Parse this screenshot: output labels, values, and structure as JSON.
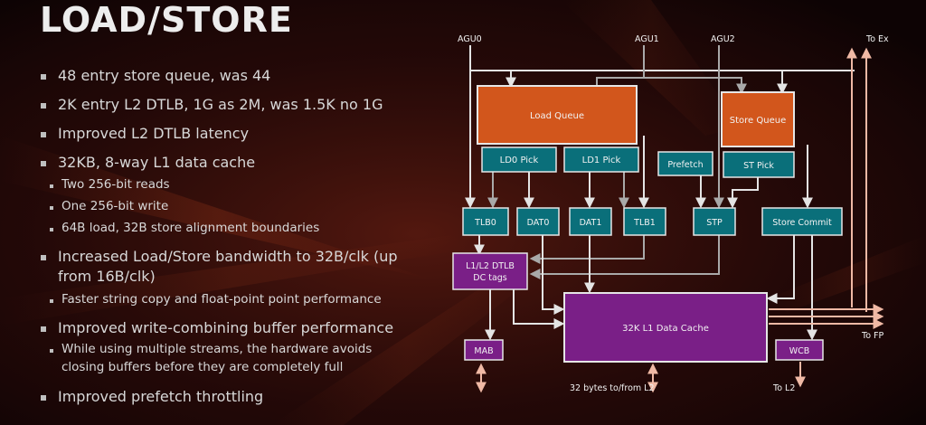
{
  "slide": {
    "title": "LOAD/STORE",
    "bullets": [
      {
        "text": "48 entry store queue, was 44"
      },
      {
        "text": "2K entry L2 DTLB, 1G as 2M, was 1.5K no 1G"
      },
      {
        "text": "Improved L2 DTLB latency"
      },
      {
        "text": "32KB, 8-way L1 data cache"
      },
      {
        "text": "Two 256-bit reads"
      },
      {
        "text": "One 256-bit write"
      },
      {
        "text": "64B load, 32B store alignment boundaries"
      },
      {
        "text": "Increased Load/Store bandwidth to 32B/clk (up"
      },
      {
        "text": "from 16B/clk)"
      },
      {
        "text": "Faster string copy and float-point point performance"
      },
      {
        "text": "Improved write-combining buffer performance"
      },
      {
        "text": "While using multiple streams, the hardware avoids"
      },
      {
        "text": "closing buffers before they are completely full"
      },
      {
        "text": "Improved prefetch throttling"
      }
    ]
  },
  "diagram": {
    "inputs": {
      "agu0": "AGU0",
      "agu1": "AGU1",
      "agu2": "AGU2"
    },
    "outputs": {
      "to_ex": "To Ex",
      "to_fp": "To FP",
      "to_l2": "To L2",
      "l2_bus": "32 bytes to/from L2"
    },
    "blocks": {
      "load_queue": "Load Queue",
      "store_queue": "Store Queue",
      "ld0_pick": "LD0 Pick",
      "ld1_pick": "LD1 Pick",
      "prefetch": "Prefetch",
      "st_pick": "ST Pick",
      "tlb0": "TLB0",
      "dat0": "DAT0",
      "dat1": "DAT1",
      "tlb1": "TLB1",
      "stp": "STP",
      "store_commit": "Store Commit",
      "l1l2_dtlb_line1": "L1/L2 DTLB",
      "l1l2_dtlb_line2": "DC tags",
      "l1_data_cache": "32K L1 Data Cache",
      "mab": "MAB",
      "wcb": "WCB"
    },
    "colors": {
      "orange": "#d2561c",
      "teal": "#0a6f7a",
      "purple": "#7a1f87",
      "line": "#e4e4e4",
      "line_gray": "#a9a9a9",
      "line_salmon": "#f0b9a5"
    }
  }
}
